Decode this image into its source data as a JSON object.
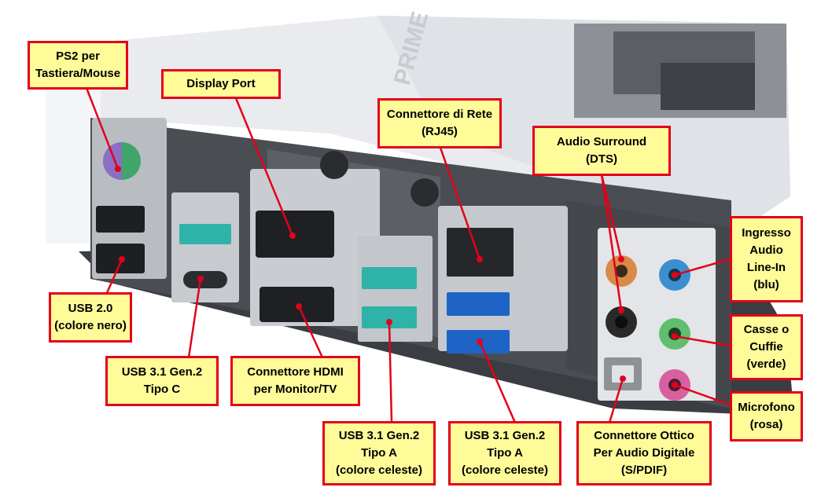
{
  "colors": {
    "label_fill": "#fffb99",
    "label_border": "#e3001b",
    "leader_line": "#e3001b",
    "board_white": "#e9ebee",
    "metal": "#b9bdc2",
    "dark": "#3a3d41",
    "usb_cyan": "#2fb3a8",
    "usb_blue": "#1e63c6",
    "ps2_purple": "#8b6fc4",
    "ps2_green": "#3fa56a",
    "jack_orange": "#d88a4a",
    "jack_black": "#2a2a2a",
    "jack_blue": "#3b8fd0",
    "jack_green": "#5fbf6f",
    "jack_pink": "#d760a0"
  },
  "board": {
    "brand_print": "PRIME"
  },
  "callouts": {
    "ps2": {
      "lines": [
        "PS2 per",
        "Tastiera/Mouse"
      ]
    },
    "displayport": {
      "lines": [
        "Display Port"
      ]
    },
    "rj45": {
      "lines": [
        "Connettore di Rete",
        "(RJ45)"
      ]
    },
    "surround": {
      "lines": [
        "Audio Surround",
        "(DTS)"
      ]
    },
    "linein": {
      "lines": [
        "Ingresso",
        "Audio",
        "Line-In",
        "(blu)"
      ]
    },
    "speakers": {
      "lines": [
        "Casse o",
        "Cuffie",
        "(verde)"
      ]
    },
    "mic": {
      "lines": [
        "Microfono",
        "(rosa)"
      ]
    },
    "usb20": {
      "lines": [
        "USB 2.0",
        "(colore nero)"
      ]
    },
    "usbc": {
      "lines": [
        "USB 3.1 Gen.2",
        "Tipo C"
      ]
    },
    "hdmi": {
      "lines": [
        "Connettore HDMI",
        "per Monitor/TV"
      ]
    },
    "usb31a_left": {
      "lines": [
        "USB 3.1 Gen.2",
        "Tipo A",
        "(colore celeste)"
      ]
    },
    "usb31a_right": {
      "lines": [
        "USB 3.1 Gen.2",
        "Tipo A",
        "(colore celeste)"
      ]
    },
    "optical": {
      "lines": [
        "Connettore Ottico",
        "Per Audio Digitale",
        "(S/PDIF)"
      ]
    }
  }
}
